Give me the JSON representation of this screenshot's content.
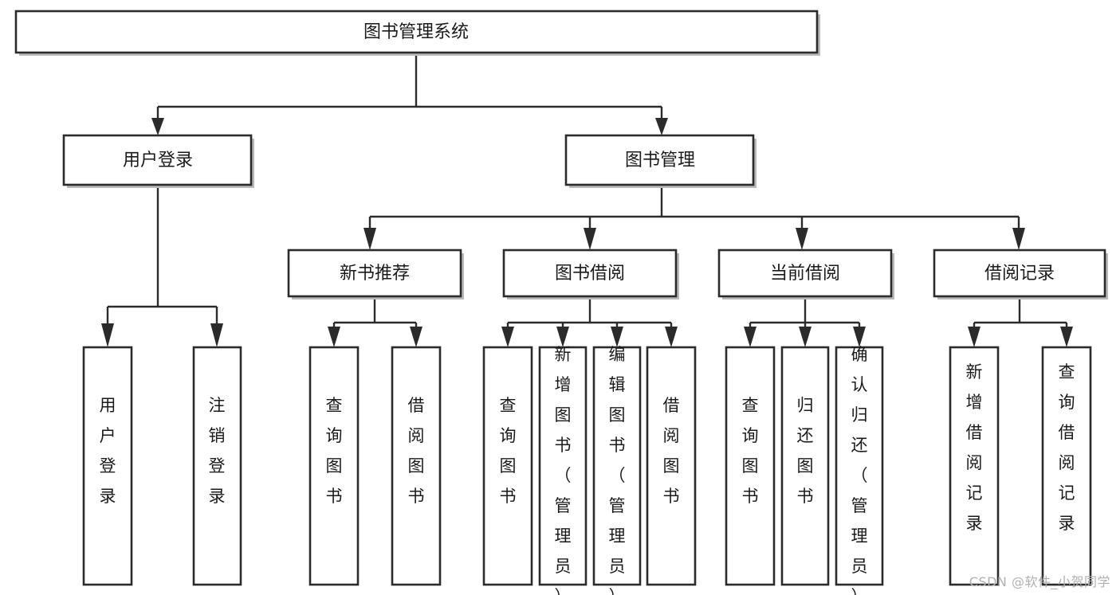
{
  "diagram": {
    "type": "tree",
    "title": "图书管理系统",
    "watermark": "CSDN @软件_小贺同学",
    "colors": {
      "box_fill": "#ffffff",
      "box_stroke": "#2b2b2b",
      "text": "#1a1a1a",
      "watermark": "#b0b0b0",
      "background": "#ffffff"
    },
    "levels": [
      {
        "level": 1,
        "nodes": [
          {
            "id": "root",
            "label": "图书管理系统",
            "orientation": "horizontal"
          }
        ]
      },
      {
        "level": 2,
        "nodes": [
          {
            "id": "login",
            "label": "用户登录",
            "orientation": "horizontal",
            "parent": "root"
          },
          {
            "id": "bookmgmt",
            "label": "图书管理",
            "orientation": "horizontal",
            "parent": "root"
          }
        ]
      },
      {
        "level": 3,
        "nodes": [
          {
            "id": "newbook",
            "label": "新书推荐",
            "orientation": "horizontal",
            "parent": "bookmgmt"
          },
          {
            "id": "borrow",
            "label": "图书借阅",
            "orientation": "horizontal",
            "parent": "bookmgmt"
          },
          {
            "id": "current",
            "label": "当前借阅",
            "orientation": "horizontal",
            "parent": "bookmgmt"
          },
          {
            "id": "record",
            "label": "借阅记录",
            "orientation": "horizontal",
            "parent": "bookmgmt"
          }
        ]
      },
      {
        "level": 4,
        "nodes": [
          {
            "id": "leaf-user-login",
            "label": "用户登录",
            "orientation": "vertical",
            "parent": "login"
          },
          {
            "id": "leaf-user-logout",
            "label": "注销登录",
            "orientation": "vertical",
            "parent": "login"
          },
          {
            "id": "leaf-query-book-1",
            "label": "查询图书",
            "orientation": "vertical",
            "parent": "newbook"
          },
          {
            "id": "leaf-borrow-book-1",
            "label": "借阅图书",
            "orientation": "vertical",
            "parent": "newbook"
          },
          {
            "id": "leaf-query-book-2",
            "label": "查询图书",
            "orientation": "vertical",
            "parent": "borrow"
          },
          {
            "id": "leaf-add-book",
            "label": "新增图书（管理员）",
            "orientation": "vertical",
            "parent": "borrow"
          },
          {
            "id": "leaf-edit-book",
            "label": "编辑图书（管理员）",
            "orientation": "vertical",
            "parent": "borrow"
          },
          {
            "id": "leaf-borrow-book-2",
            "label": "借阅图书",
            "orientation": "vertical",
            "parent": "borrow"
          },
          {
            "id": "leaf-query-book-3",
            "label": "查询图书",
            "orientation": "vertical",
            "parent": "current"
          },
          {
            "id": "leaf-return-book",
            "label": "归还图书",
            "orientation": "vertical",
            "parent": "current"
          },
          {
            "id": "leaf-confirm-return",
            "label": "确认归还（管理员）",
            "orientation": "vertical",
            "parent": "current"
          },
          {
            "id": "leaf-add-record",
            "label": "新增借阅记录",
            "orientation": "vertical",
            "parent": "record"
          },
          {
            "id": "leaf-query-record",
            "label": "查询借阅记录",
            "orientation": "vertical",
            "parent": "record"
          }
        ]
      }
    ]
  }
}
